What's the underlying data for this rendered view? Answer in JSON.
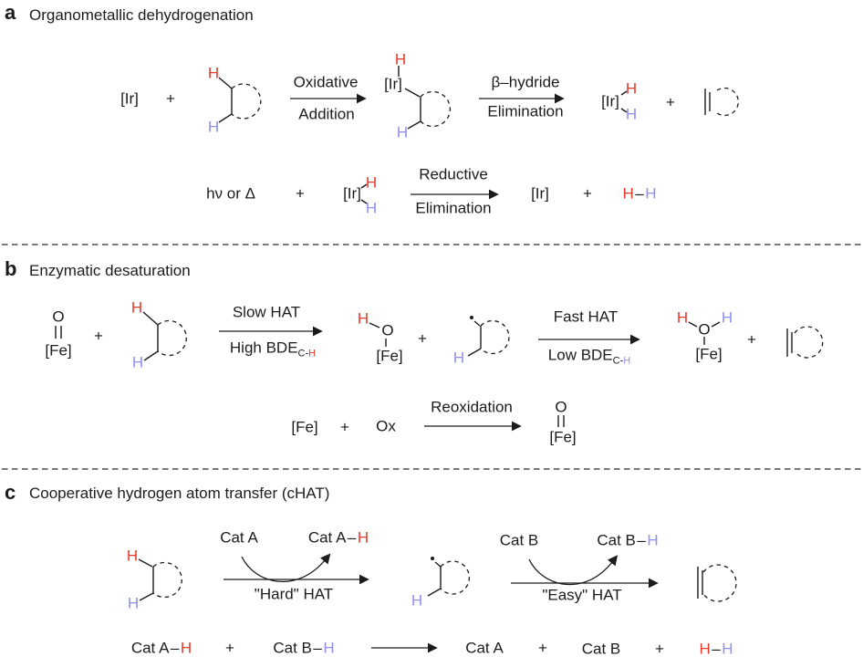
{
  "palette": {
    "red": "#e73b2b",
    "blue": "#8f90ef",
    "ink": "#1c1c1c"
  },
  "symbols": {
    "plus": "+",
    "h": "H",
    "bond": "–"
  },
  "panel_a": {
    "label": "a",
    "title": "Organometallic dehydrogenation",
    "ir": "[Ir]",
    "oxidative": "Oxidative",
    "addition": "Addition",
    "beta_hydride": "β–hydride",
    "elimination": "Elimination",
    "light": "hν or Δ",
    "reductive": "Reductive"
  },
  "panel_b": {
    "label": "b",
    "title": "Enzymatic desaturation",
    "o": "O",
    "fe": "[Fe]",
    "ox": "Ox",
    "slow_hat": "Slow HAT",
    "high_bde": "High BDE",
    "fast_hat": "Fast HAT",
    "low_bde": "Low BDE",
    "sub_c": "C-",
    "sub_h": "H",
    "reoxidation": "Reoxidation"
  },
  "panel_c": {
    "label": "c",
    "title": "Cooperative hydrogen atom transfer (cHAT)",
    "cat_a": "Cat A",
    "cat_b": "Cat B",
    "hard_hat": "\"Hard\" HAT",
    "easy_hat": "\"Easy\" HAT"
  }
}
